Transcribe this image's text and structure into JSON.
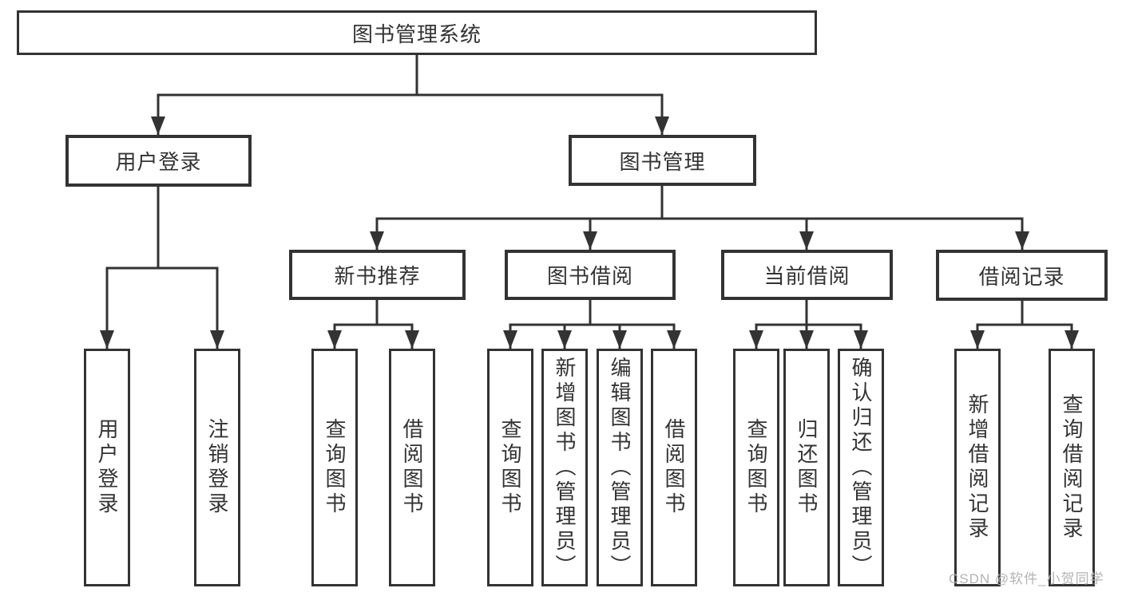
{
  "diagram": {
    "root": {
      "label": "图书管理系统"
    },
    "level2": [
      {
        "label": "用户登录",
        "children": [
          {
            "label": "用户登录"
          },
          {
            "label": "注销登录"
          }
        ]
      },
      {
        "label": "图书管理",
        "children": [
          {
            "label": "新书推荐",
            "children": [
              {
                "label": "查询图书"
              },
              {
                "label": "借阅图书"
              }
            ]
          },
          {
            "label": "图书借阅",
            "children": [
              {
                "label": "查询图书"
              },
              {
                "label": "新增图书（管理员）"
              },
              {
                "label": "编辑图书（管理员）"
              },
              {
                "label": "借阅图书"
              }
            ]
          },
          {
            "label": "当前借阅",
            "children": [
              {
                "label": "查询图书"
              },
              {
                "label": "归还图书"
              },
              {
                "label": "确认归还（管理员）"
              }
            ]
          },
          {
            "label": "借阅记录",
            "children": [
              {
                "label": "新增借阅记录"
              },
              {
                "label": "查询借阅记录"
              }
            ]
          }
        ]
      }
    ]
  },
  "watermark": {
    "text": "CSDN @软件_小贺同学"
  },
  "colors": {
    "line": "#333333",
    "box_border": "#333333",
    "text": "#333333",
    "watermark": "#b3b3b3",
    "background": "#ffffff"
  }
}
